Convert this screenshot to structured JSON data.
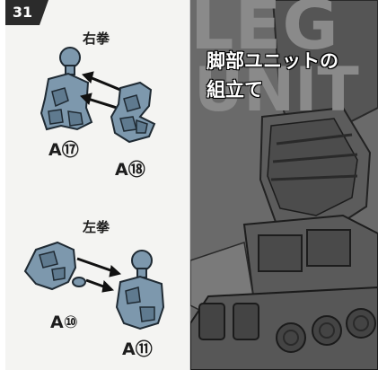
{
  "step": {
    "number": "31"
  },
  "right_fist": {
    "heading": "右拳",
    "part_a": "A⑰",
    "part_b": "A⑱"
  },
  "left_fist": {
    "heading": "左拳",
    "part_a": "A⑩",
    "part_b": "A⑪"
  },
  "banner": {
    "title_line1": "脚部ユニットの",
    "title_line2": "組立て",
    "background_word_1": "LEG",
    "background_word_2": "UNIT"
  },
  "colors": {
    "part_blue": "#7d98ad",
    "part_outline": "#1f2a33",
    "arrow": "#111111",
    "photo_gray": "#6c6c6c"
  }
}
